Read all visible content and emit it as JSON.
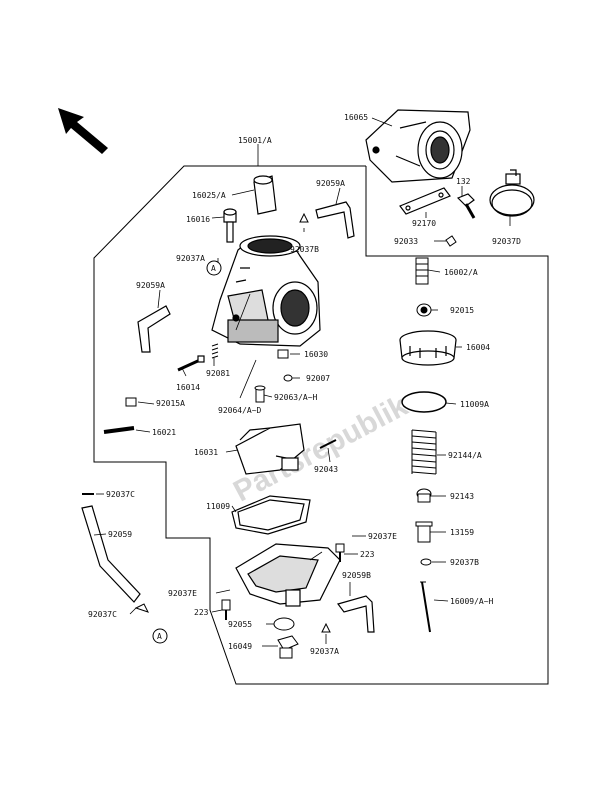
{
  "watermark": "Partsrepublik",
  "labels": {
    "p15001": "15001/A",
    "p16065": "16065",
    "p16025": "16025/A",
    "p92059A": "92059A",
    "p16016": "16016",
    "p92037B": "92037B",
    "p132": "132",
    "p92037A_top": "92037A",
    "p92170": "92170",
    "p92033": "92033",
    "p92037D": "92037D",
    "p92059A_left": "92059A",
    "p16002": "16002/A",
    "p92015": "92015",
    "p16004": "16004",
    "p16030": "16030",
    "p16014": "16014",
    "p92081": "92081",
    "p92007": "92007",
    "p92015A": "92015A",
    "p92064": "92064/A~D",
    "p92063": "92063/A~H",
    "p11009A": "11009A",
    "p16021": "16021",
    "p16031": "16031",
    "p92144": "92144/A",
    "p92043": "92043",
    "p92037C_top": "92037C",
    "p92143": "92143",
    "p11009": "11009",
    "p92059": "92059",
    "p13159": "13159",
    "p92037E_r": "92037E",
    "p223_r": "223",
    "p92037B_r": "92037B",
    "p92059B": "92059B",
    "p92037E_l": "92037E",
    "p16009": "16009/A~H",
    "p223_l": "223",
    "p92037C_bot": "92037C",
    "p92055": "92055",
    "p16049": "16049",
    "p92037A_bot": "92037A",
    "circleA": "A"
  }
}
